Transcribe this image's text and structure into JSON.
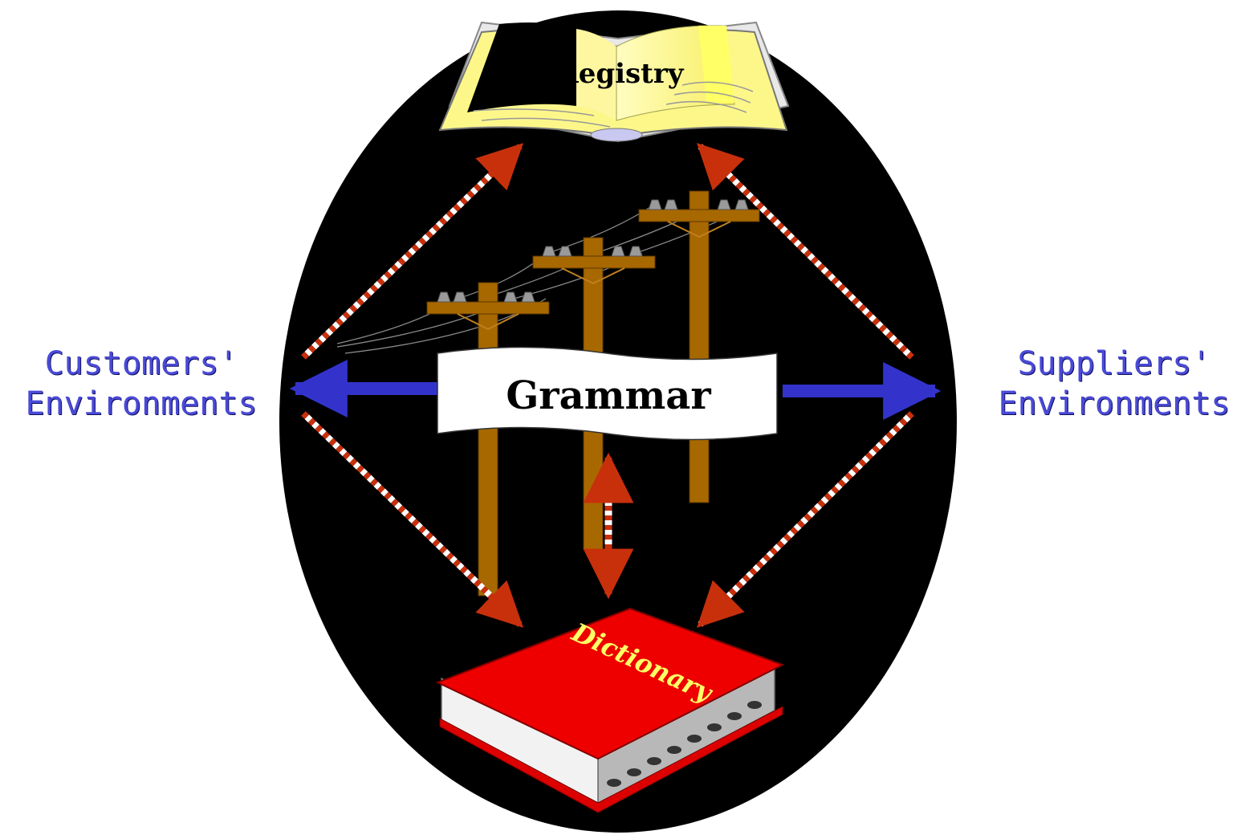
{
  "diagram": {
    "left_label": [
      "Customers'",
      "Environments"
    ],
    "right_label": [
      "Suppliers'",
      "Environments"
    ],
    "registry_label": "Registry",
    "grammar_label": "Grammar",
    "dictionary_label": "Dictionary"
  },
  "colors": {
    "background": "#000000",
    "side_text": "#4a4ad8",
    "blue_arrow": "#3333cc",
    "dashed_arrow_red": "#c8300c",
    "dashed_arrow_white": "#ffffff",
    "registry_book": "#fdf78a",
    "dictionary_book": "#ee0000",
    "dictionary_text": "#ffff66",
    "pole_wood": "#a86800"
  },
  "icons": [
    "open-book-icon",
    "telephone-pole-icon",
    "closed-book-icon"
  ]
}
